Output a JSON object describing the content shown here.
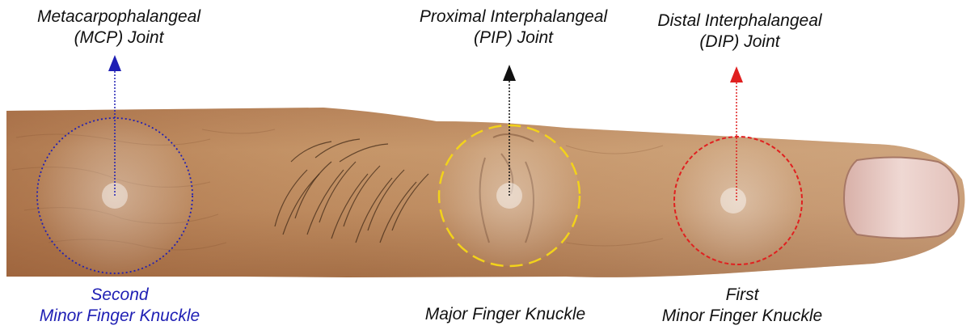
{
  "top_labels": {
    "mcp": {
      "line1": "Metacarpophalangeal",
      "line2": "(MCP) Joint"
    },
    "pip": {
      "line1": "Proximal Interphalangeal",
      "line2": "(PIP) Joint"
    },
    "dip": {
      "line1": "Distal Interphalangeal",
      "line2": "(DIP) Joint"
    }
  },
  "bottom_labels": {
    "second_minor": {
      "line1": "Second",
      "line2": "Minor Finger Knuckle"
    },
    "major": {
      "line1": "Major Finger Knuckle"
    },
    "first_minor": {
      "line1": "First",
      "line2": "Minor Finger Knuckle"
    }
  },
  "colors": {
    "mcp_marker": "#1f1fb4",
    "pip_marker": "#111111",
    "pip_circle": "#f2d21b",
    "dip_marker": "#e02020",
    "second_minor_text": "#1f1fb4",
    "label_text": "#111111",
    "skin_light": "#c9a277",
    "skin_mid": "#b0784f",
    "skin_dark": "#8a5634",
    "nail": "#e8c9c4"
  }
}
